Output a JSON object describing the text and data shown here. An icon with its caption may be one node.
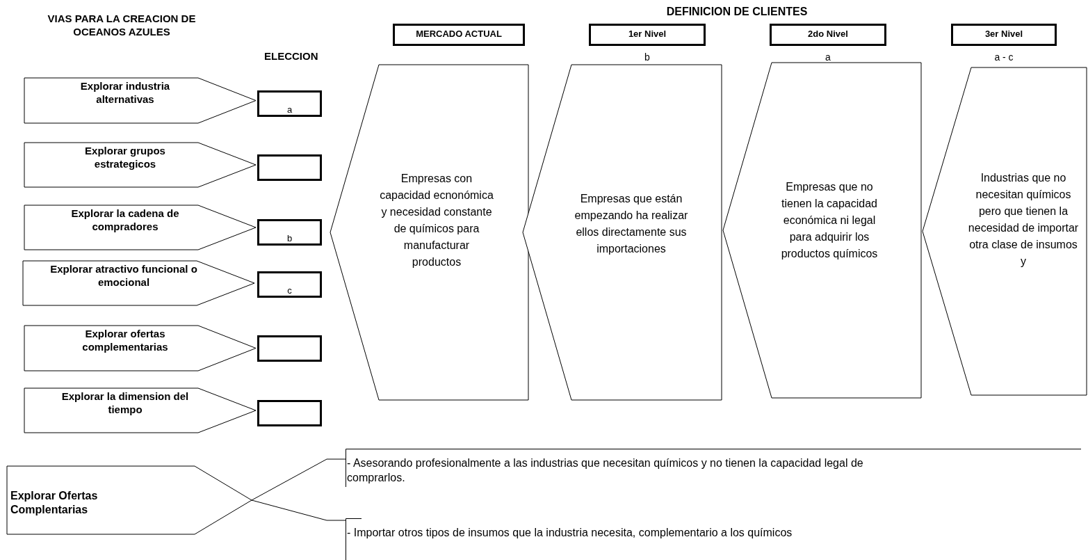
{
  "diagram": {
    "title": "VIAS PARA LA CREACION DE OCEANOS AZULES",
    "nodes": [
      {
        "text": [
          "Explorar industria alternativas"
        ]
      },
      {
        "text": [
          "Explorar grupos estrategicos"
        ]
      },
      {
        "text": [
          "Explorar la cadena de compradores"
        ]
      },
      {
        "text": [
          "Explorar atractivo funcional o emocional"
        ]
      },
      {
        "text": [
          "Explorar ofertas complementarias"
        ]
      },
      {
        "text": [
          "Explorar la dimension del tiempo"
        ]
      },
      {
        "text": [
          "a"
        ]
      },
      {
        "text": [],
        "shape": "box"
      },
      {
        "text": [
          "b"
        ]
      },
      {
        "text": [
          "c"
        ]
      },
      {
        "text": [],
        "shape": "box"
      },
      {
        "text": [],
        "shape": "box"
      },
      {
        "text": [
          "MERCADO ACTUAL"
        ]
      },
      {
        "text": [
          "1er Nivel"
        ]
      },
      {
        "text": [
          "2do Nivel"
        ]
      },
      {
        "text": [
          "3er Nivel"
        ]
      },
      {
        "text": [
          "Empresas con capacidad ecnonómica y necesidad constante de químicos para manufacturar productos"
        ]
      },
      {
        "text": [
          "Empresas que están empezando ha realizar ellos directamente sus importaciones"
        ]
      },
      {
        "text": [
          "Empresas que no tienen la capacidad económica ni legal para adquirir los productos químicos"
        ]
      },
      {
        "text": [
          "Industrias que no necesitan químicos pero que tienen la necesidad de importar otra clase de insumos y"
        ]
      },
      {
        "text": [
          "Explorar Ofertas Complentarias"
        ]
      },
      {
        "text": [
          "- Asesorando profesionalmente a las industrias que necesitan químicos y no tienen la capacidad legal de comprarlos."
        ]
      },
      {
        "text": [
          "- Importar otros tipos de insumos que la industria necesita, complementario a los químicos"
        ]
      }
    ],
    "edges": [
      {
        "from": 20,
        "to": 21,
        "arrow": "none"
      },
      {
        "from": 20,
        "to": 22,
        "arrow": "none"
      }
    ],
    "labels": [
      "DEFINICION DE CLIENTES",
      "ELECCION",
      "b",
      "a",
      "a - c"
    ]
  }
}
